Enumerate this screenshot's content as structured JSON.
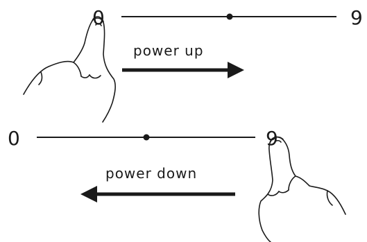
{
  "slider_top": {
    "min_label": "0",
    "max_label": "9",
    "gesture_label": "power up",
    "gesture_direction": "right",
    "knob_level": 5
  },
  "slider_bottom": {
    "min_label": "0",
    "max_label": "9",
    "gesture_label": "power down",
    "gesture_direction": "left",
    "knob_level": 5
  },
  "colors": {
    "ink": "#1a1a1a",
    "background": "#ffffff"
  }
}
